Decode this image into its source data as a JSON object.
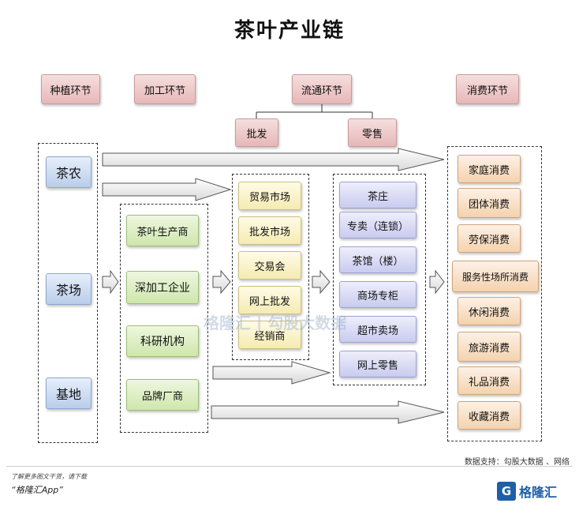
{
  "title": "茶叶产业链",
  "stages": {
    "planting": "种植环节",
    "processing": "加工环节",
    "circulation": "流通环节",
    "consumption": "消费环节",
    "wholesale": "批发",
    "retail": "零售"
  },
  "producers": [
    "茶农",
    "茶场",
    "基地"
  ],
  "processors": [
    "茶叶生产商",
    "深加工企业",
    "科研机构",
    "品牌厂商"
  ],
  "wholesale_channels": [
    "贸易市场",
    "批发市场",
    "交易会",
    "网上批发",
    "经销商"
  ],
  "retail_channels": [
    "茶庄",
    "专卖（连锁）",
    "茶馆（楼）",
    "商场专柜",
    "超市卖场",
    "网上零售"
  ],
  "consumption_types": [
    "家庭消费",
    "团体消费",
    "劳保消费",
    "服务性场所消费",
    "休闲消费",
    "旅游消费",
    "礼品消费",
    "收藏消费"
  ],
  "colors": {
    "pink": "#e7b7b7",
    "blue": "#b9cde9",
    "green": "#cfe6ad",
    "yellow": "#f5ebb3",
    "lavender": "#c9cbef",
    "orange": "#f4d2ae"
  },
  "watermark": "格隆汇 | 勾股大数据",
  "source": "数据支持：勾股大数据 、网络",
  "footer": {
    "note": "了解更多图文干货，请下载",
    "app": "“格隆汇App”"
  },
  "logo": {
    "mark": "G",
    "text": "格隆汇"
  }
}
